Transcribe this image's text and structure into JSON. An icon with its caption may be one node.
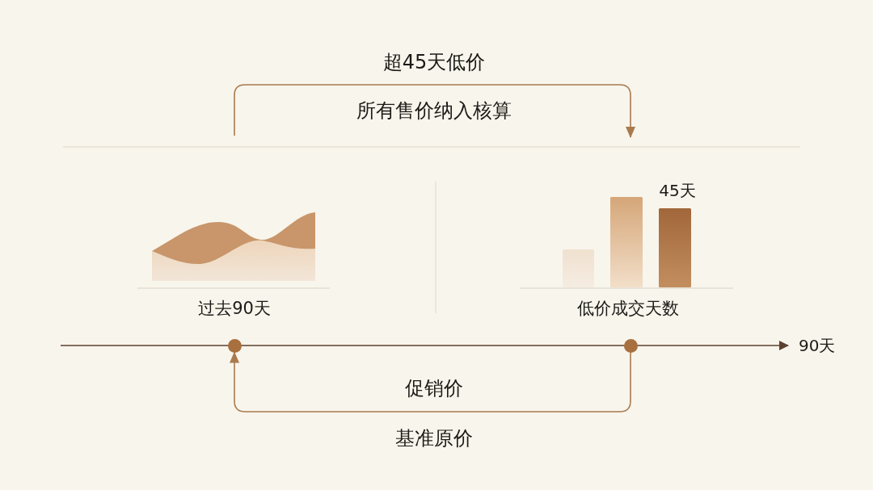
{
  "diagram": {
    "nodes": [
      {
        "text": [],
        "shape": "circle"
      },
      {
        "text": [],
        "shape": "circle"
      }
    ],
    "edges": [
      {
        "from": 1,
        "to": 0,
        "arrow": "to"
      }
    ],
    "labels": [
      "超45天低价",
      "所有售价纳入核算",
      "45天",
      "过去90天",
      "低价成交天数",
      "90天",
      "促销价",
      "基准原价"
    ]
  }
}
